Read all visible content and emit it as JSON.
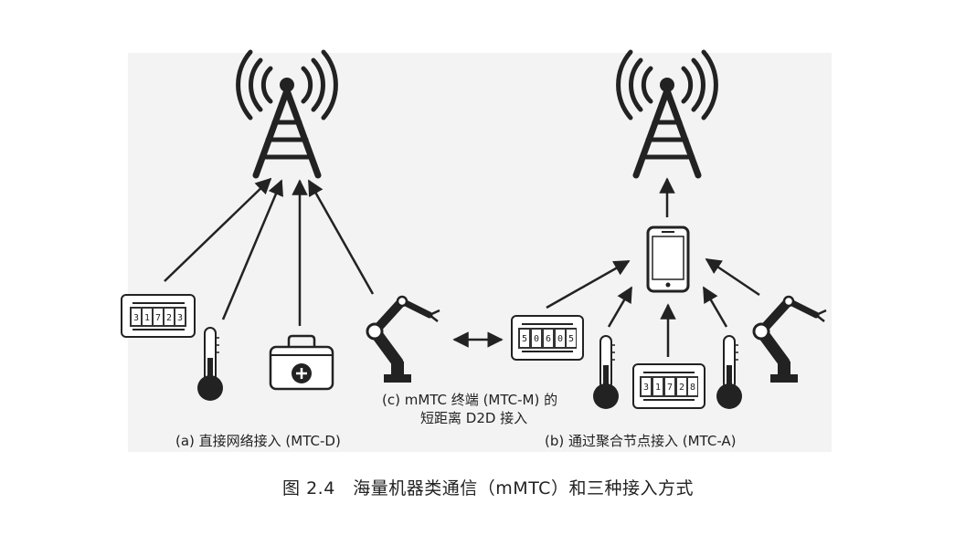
{
  "labels": {
    "a": "(a) 直接网络接入 (MTC-D)",
    "b": "(b) 通过聚合节点接入 (MTC-A)",
    "c_line1": "(c) mMTC 终端 (MTC-M) 的",
    "c_line2": "短距离 D2D 接入"
  },
  "caption": "图 2.4　海量机器类通信（mMTC）和三种接入方式",
  "meters": {
    "left_meter": [
      "3",
      "1",
      "7",
      "2",
      "3"
    ],
    "middle_meter": [
      "5",
      "0",
      "6",
      "0",
      "5"
    ],
    "right_meter": [
      "3",
      "1",
      "7",
      "2",
      "8"
    ]
  },
  "icons": [
    "cell-tower-icon",
    "utility-meter-icon",
    "thermometer-icon",
    "medical-kit-icon",
    "robot-arm-icon",
    "smartphone-icon"
  ],
  "colors": {
    "ink": "#222222",
    "panel": "#f3f3f3"
  }
}
